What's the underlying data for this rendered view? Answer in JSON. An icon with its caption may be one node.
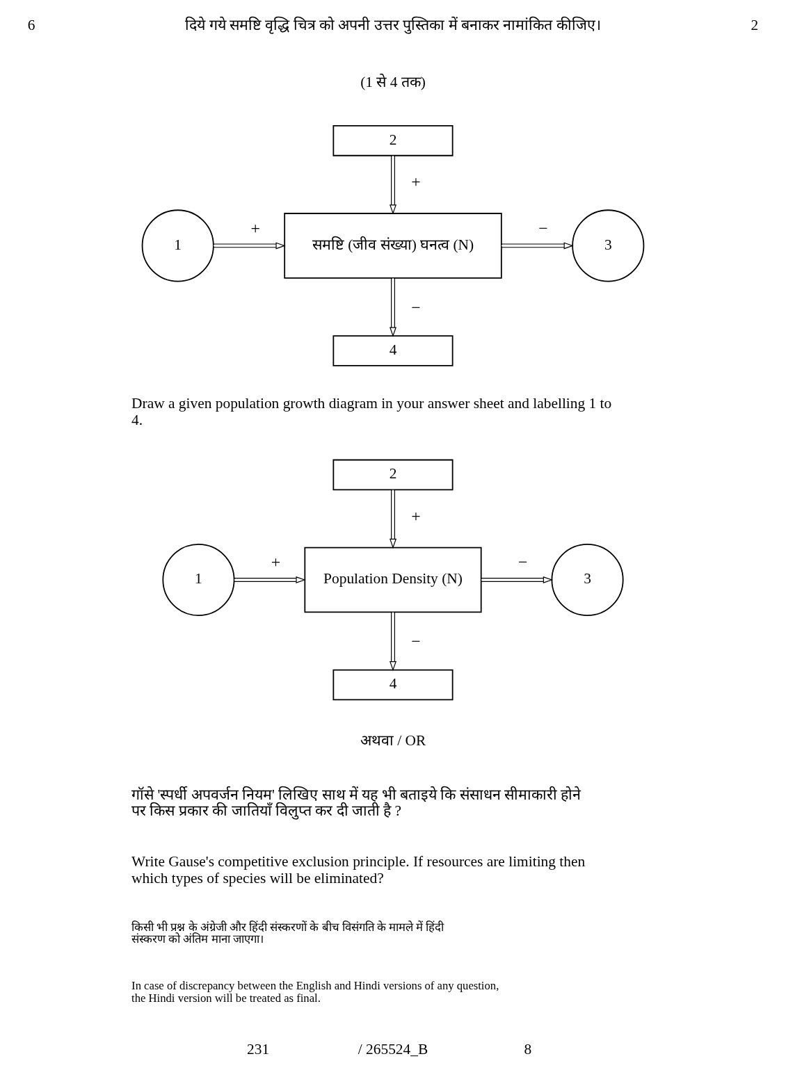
{
  "diagram": {
    "nodes": [
      {
        "text": [
          "2"
        ]
      },
      {
        "text": [
          "1"
        ]
      },
      {
        "text": [
          "समष्टि (जीव संख्या) घनत्व (N)"
        ]
      },
      {
        "text": [
          "3"
        ]
      },
      {
        "text": [
          "4"
        ]
      },
      {
        "text": [
          "2"
        ]
      },
      {
        "text": [
          "1"
        ]
      },
      {
        "text": [
          "Population Density (N)"
        ]
      },
      {
        "text": [
          "3"
        ]
      },
      {
        "text": [
          "4"
        ]
      }
    ],
    "edges": [
      {
        "from": 0,
        "to": 2,
        "arrow": "to",
        "label": "+"
      },
      {
        "from": 1,
        "to": 2,
        "arrow": "to",
        "label": "+"
      },
      {
        "from": 2,
        "to": 3,
        "arrow": "to",
        "label": "−"
      },
      {
        "from": 2,
        "to": 4,
        "arrow": "to",
        "label": "−"
      },
      {
        "from": 5,
        "to": 7,
        "arrow": "to",
        "label": "+"
      },
      {
        "from": 6,
        "to": 7,
        "arrow": "to",
        "label": "+"
      },
      {
        "from": 7,
        "to": 8,
        "arrow": "to",
        "label": "−"
      },
      {
        "from": 7,
        "to": 9,
        "arrow": "to",
        "label": "−"
      }
    ],
    "labels": [
      "6",
      "दिये गये समष्टि वृद्धि चित्र को अपनी उत्तर पुस्तिका में बनाकर नामांकित कीजिए।",
      "2",
      "(1 से 4 तक)",
      "Draw a given population growth diagram in your answer sheet and labelling 1 to 4.",
      "अथवा / OR",
      "गॉसे 'स्पर्धी अपवर्जन नियम' लिखिए साथ में यह भी बताइये कि संसाधन सीमाकारी होने पर किस प्रकार की जातियाँ विलुप्त कर दी जाती है ?",
      "Write Gause's competitive exclusion principle. If resources are limiting then which types of species will be eliminated?",
      "किसी भी प्रश्न के अंग्रेजी और हिंदी संस्करणों के बीच विसंगति के मामले में हिंदी संस्करण को अंतिम माना जाएगा।",
      "In case of discrepancy between the English and Hindi versions of any question, the Hindi version will be treated as final.",
      "231",
      "/ 265524_B",
      "8"
    ]
  }
}
